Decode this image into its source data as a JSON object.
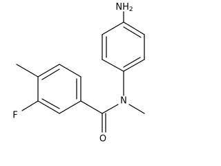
{
  "molecule": {
    "atoms": {
      "nh2": "NH",
      "nh2_subscript": "2",
      "n": "N",
      "o": "O",
      "f": "F"
    },
    "colors": {
      "bond": "#000000",
      "label": "#000000",
      "background": "#ffffff"
    }
  }
}
